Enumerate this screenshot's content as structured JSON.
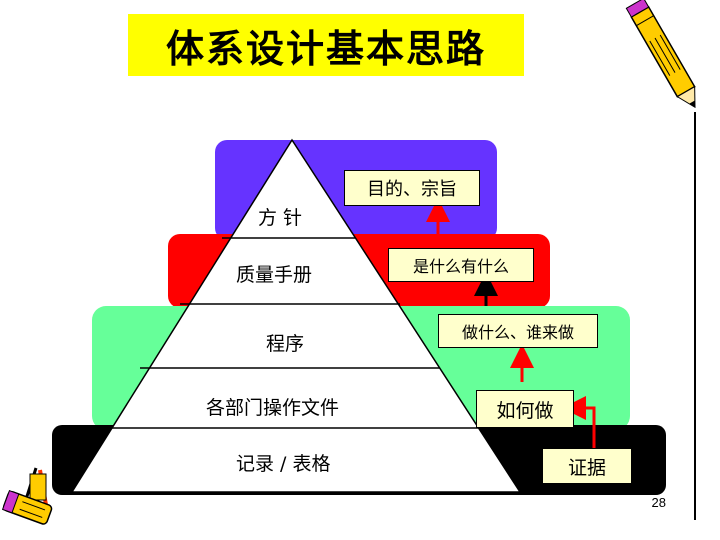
{
  "title": "体系设计基本思路",
  "pyramid_layers": [
    {
      "label": "方  针",
      "color": "#6633ff"
    },
    {
      "label": "质量手册",
      "color": "#ff0000"
    },
    {
      "label": "程序",
      "color": "#66ff99"
    },
    {
      "label": "各部门操作文件",
      "color": "#66ff99"
    },
    {
      "label": "记录 / 表格",
      "color": "#000000"
    }
  ],
  "callouts": [
    {
      "label": "目的、宗旨",
      "bg": "#ffffcc"
    },
    {
      "label": "是什么有什么",
      "bg": "#ffffcc"
    },
    {
      "label": "做什么、谁来做",
      "bg": "#ffffcc"
    },
    {
      "label": "如何做",
      "bg": "#ffffcc"
    },
    {
      "label": "证据",
      "bg": "#ffffcc"
    }
  ],
  "page_number": "28",
  "colors": {
    "title_bg": "#ffff00",
    "arrow": "#ff0000",
    "arrow_dark": "#000000"
  },
  "icons": [
    "pencil-icon",
    "pencil-cup-icon"
  ]
}
